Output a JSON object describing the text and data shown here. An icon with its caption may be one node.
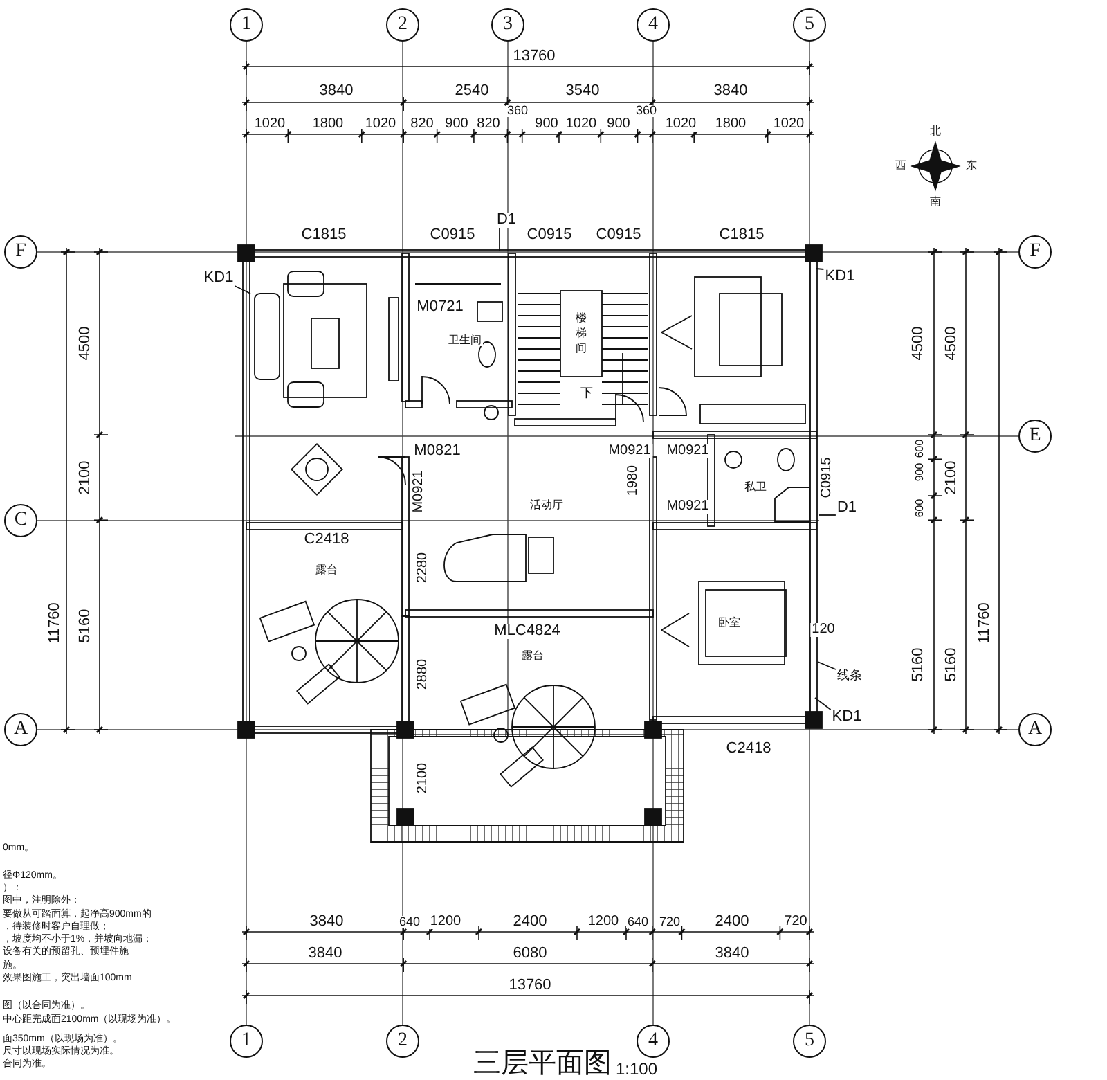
{
  "diagram": {
    "title": "三层平面图",
    "nodes": [
      {
        "text": [
          "卫生间"
        ]
      },
      {
        "text": [
          "楼梯间"
        ]
      },
      {
        "text": [
          "活动厅"
        ]
      },
      {
        "text": [
          "私卫"
        ]
      },
      {
        "text": [
          "卧室"
        ]
      },
      {
        "text": [
          "露台"
        ]
      },
      {
        "text": [
          "露台"
        ]
      },
      {
        "text": [
          "KD1"
        ]
      },
      {
        "text": [
          "D1"
        ]
      },
      {
        "text": [
          "KD1"
        ]
      },
      {
        "text": [
          "D1"
        ]
      },
      {
        "text": [
          "线条"
        ]
      },
      {
        "text": [
          "KD1"
        ]
      }
    ],
    "edges": [
      {
        "from": 7,
        "to": null,
        "arrow": "none"
      },
      {
        "from": 8,
        "to": null,
        "arrow": "none"
      },
      {
        "from": 9,
        "to": null,
        "arrow": "none"
      },
      {
        "from": 10,
        "to": null,
        "arrow": "none"
      },
      {
        "from": 11,
        "to": null,
        "arrow": "none"
      },
      {
        "from": 12,
        "to": null,
        "arrow": "none"
      }
    ],
    "labels": [
      "1",
      "2",
      "3",
      "4",
      "5",
      "13760",
      "3840",
      "2540",
      "3540",
      "3840",
      "360",
      "360",
      "1020",
      "1800",
      "1020",
      "820",
      "900",
      "820",
      "900",
      "1020",
      "900",
      "1020",
      "1800",
      "1020",
      "北",
      "西",
      "东",
      "南",
      "F",
      "F",
      "C1815",
      "C0915",
      "C0915",
      "C0915",
      "C1815",
      "4500",
      "4500",
      "4500",
      "M0721",
      "下",
      "E",
      "M0821",
      "M0921",
      "M0921",
      "2100",
      "M0921",
      "1980",
      "C0915",
      "600",
      "900",
      "600",
      "2100",
      "M0921",
      "11760",
      "11760",
      "C",
      "C2418",
      "2280",
      "5160",
      "5160",
      "5160",
      "MLC4824",
      "120",
      "2880",
      "A",
      "A",
      "C2418",
      "2100",
      "3840",
      "640",
      "1200",
      "2400",
      "1200",
      "640",
      "720",
      "2400",
      "720",
      "3840",
      "6080",
      "3840",
      "13760",
      "1",
      "2",
      "4",
      "5",
      "1:100",
      "0mm。",
      "径Φ120mm。",
      "）：",
      "图中，注明除外：",
      "要做从可踏面算，起净高900mm的",
      "，待装修时客户自理做；",
      "，坡度均不小于1%，并坡向地漏；",
      "设备有关的预留孔、预埋件施",
      "施。",
      "效果图施工，突出墙面100mm",
      "图（以合同为准）。",
      "中心距完成面2100mm（以现场为准）。",
      "面350mm（以现场为准）。",
      "尺寸以现场实际情况为准。",
      "合同为准。"
    ]
  }
}
